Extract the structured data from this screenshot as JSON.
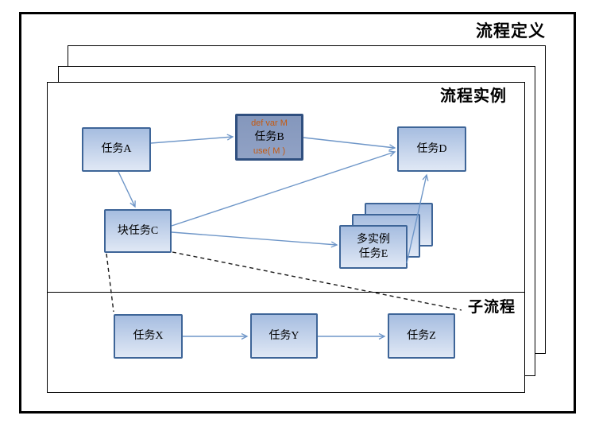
{
  "titles": {
    "outer": "流程定义",
    "instance": "流程实例",
    "subprocess": "子流程"
  },
  "nodes": {
    "a": {
      "label": "任务A"
    },
    "b": {
      "label": "任务B",
      "def_annotation": "def var M",
      "use_annotation": "use( M )"
    },
    "d": {
      "label": "任务D"
    },
    "c": {
      "label": "块任务C"
    },
    "e": {
      "label_line1": "多实例",
      "label_line2": "任务E"
    },
    "x": {
      "label": "任务X"
    },
    "y": {
      "label": "任务Y"
    },
    "z": {
      "label": "任务Z"
    }
  },
  "edges": [
    {
      "from": "任务A",
      "to": "任务B",
      "style": "solid-arrow"
    },
    {
      "from": "任务A",
      "to": "块任务C",
      "style": "solid-arrow"
    },
    {
      "from": "任务B",
      "to": "任务D",
      "style": "solid-arrow"
    },
    {
      "from": "块任务C",
      "to": "任务D",
      "style": "solid-arrow"
    },
    {
      "from": "块任务C",
      "to": "多实例任务E",
      "style": "solid-arrow"
    },
    {
      "from": "多实例任务E",
      "to": "任务D",
      "style": "solid-arrow"
    },
    {
      "from": "任务X",
      "to": "任务Y",
      "style": "solid-arrow"
    },
    {
      "from": "任务Y",
      "to": "任务Z",
      "style": "solid-arrow"
    },
    {
      "from": "块任务C",
      "to": "任务X",
      "style": "dashed"
    },
    {
      "from": "块任务C",
      "to": "任务Z",
      "style": "dashed"
    }
  ],
  "colors": {
    "node_border": "#3e6598",
    "node_fill_top": "#a6bde0",
    "node_fill_bottom": "#e0e8f5",
    "node_b_border": "#2f4f7f",
    "node_b_fill_top": "#8497bc",
    "node_b_fill_bottom": "#91a2c5",
    "annotation_orange": "#c45a11",
    "arrow": "#6e96c8",
    "dashed": "#1a1a1a",
    "frame": "#000000"
  }
}
